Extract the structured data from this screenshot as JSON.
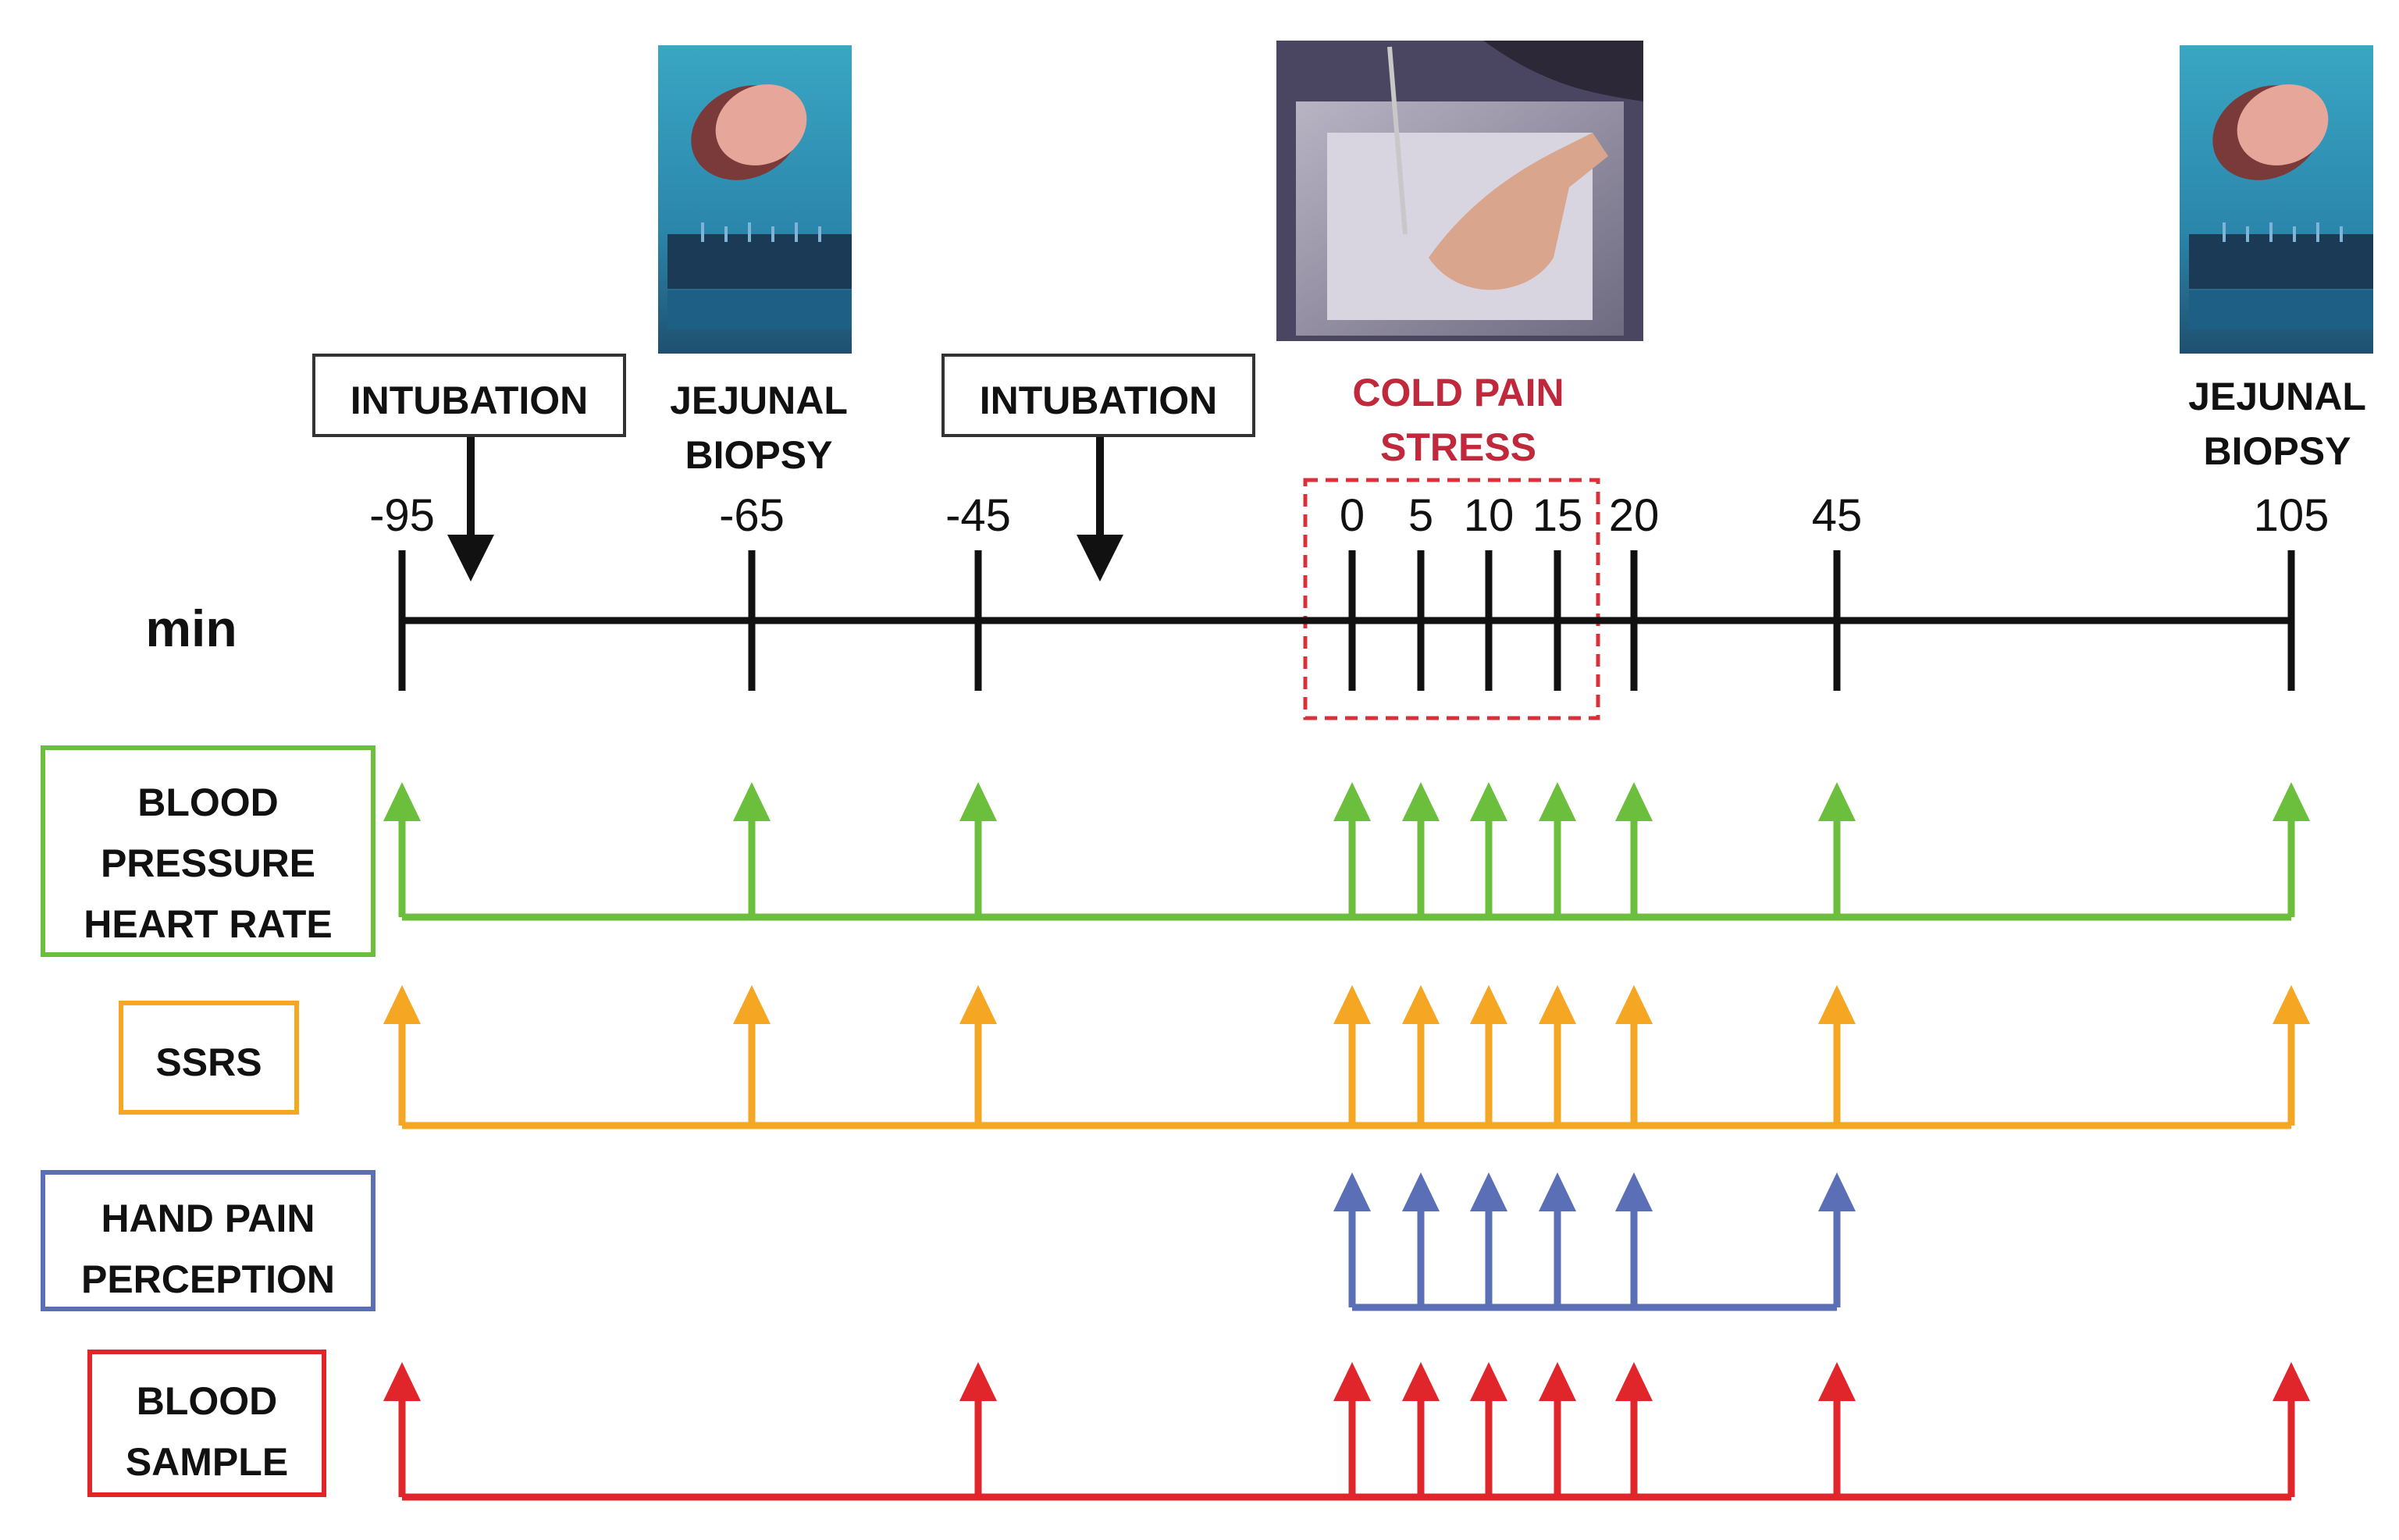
{
  "timeline": {
    "unit_label": "min",
    "ticks": [
      -95,
      -65,
      -45,
      0,
      5,
      10,
      15,
      20,
      45,
      105
    ]
  },
  "events": {
    "intubation_1": "INTUBATION",
    "intubation_2": "INTUBATION",
    "biopsy_1": [
      "JEJUNAL",
      "BIOPSY"
    ],
    "biopsy_2": [
      "JEJUNAL",
      "BIOPSY"
    ],
    "cold_pain": [
      "COLD PAIN",
      "STRESS"
    ]
  },
  "measurements": [
    {
      "lines": [
        "BLOOD",
        "PRESSURE",
        "HEART RATE"
      ],
      "color": "#6cbe3d",
      "times": [
        -95,
        -65,
        -45,
        0,
        5,
        10,
        15,
        20,
        45,
        105
      ]
    },
    {
      "lines": [
        "SSRS"
      ],
      "color": "#f5a623",
      "times": [
        -95,
        -65,
        -45,
        0,
        5,
        10,
        15,
        20,
        45,
        105
      ]
    },
    {
      "lines": [
        "HAND PAIN",
        "PERCEPTION"
      ],
      "color": "#5a6fb5",
      "times": [
        0,
        5,
        10,
        15,
        20,
        45
      ]
    },
    {
      "lines": [
        "BLOOD",
        "SAMPLE"
      ],
      "color": "#e0262a",
      "times": [
        -95,
        -45,
        0,
        5,
        10,
        15,
        20,
        45,
        105
      ]
    }
  ],
  "colors": {
    "cold_pain_accent": "#c0283c",
    "axis": "#111111"
  }
}
